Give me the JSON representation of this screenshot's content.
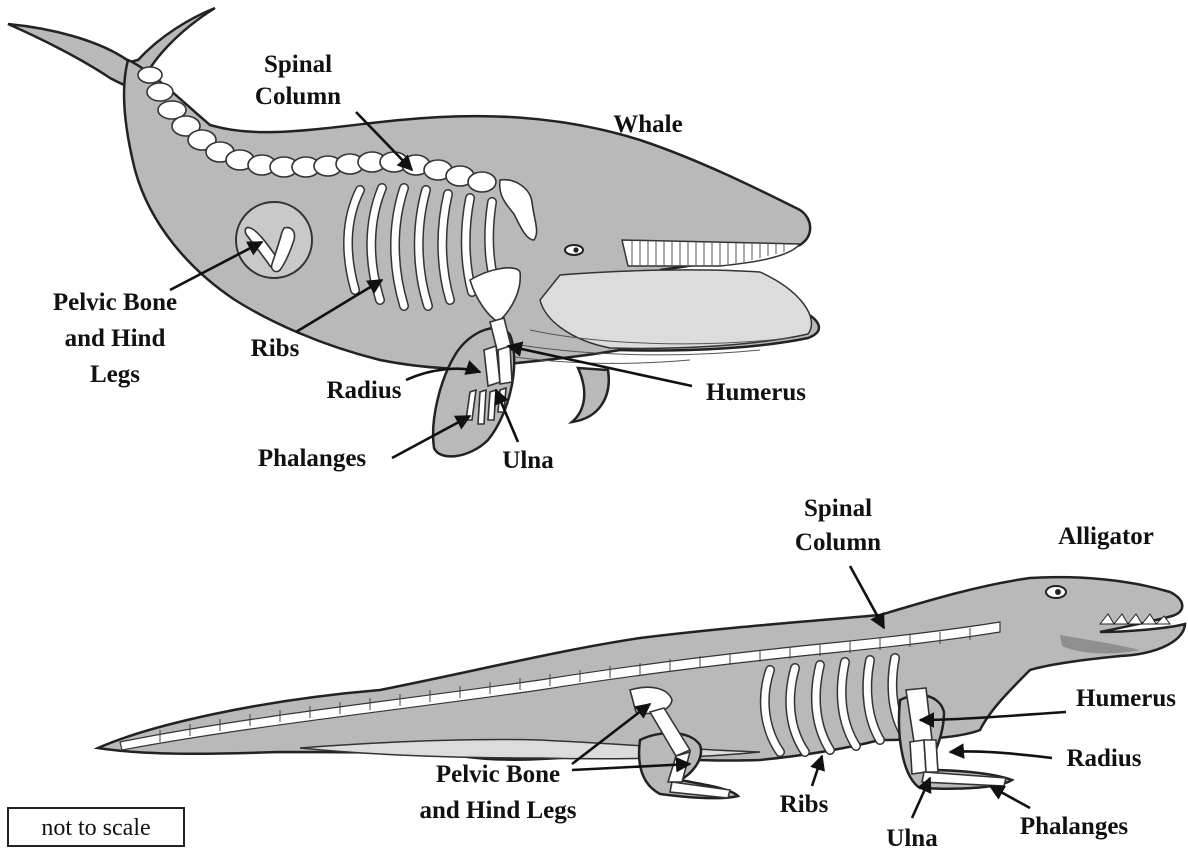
{
  "whale": {
    "title": "Whale",
    "labels": {
      "spinal_column": [
        "Spinal",
        "Column"
      ],
      "pelvic": [
        "Pelvic Bone",
        "and Hind",
        "Legs"
      ],
      "ribs": "Ribs",
      "radius": "Radius",
      "humerus": "Humerus",
      "phalanges": "Phalanges",
      "ulna": "Ulna"
    }
  },
  "alligator": {
    "title": "Alligator",
    "labels": {
      "spinal_column": [
        "Spinal",
        "Column"
      ],
      "humerus": "Humerus",
      "radius": "Radius",
      "pelvic": [
        "Pelvic Bone",
        "and Hind Legs"
      ],
      "ribs": "Ribs",
      "ulna": "Ulna",
      "phalanges": "Phalanges"
    }
  },
  "scale_note": "not to scale",
  "colors": {
    "body": "#b9b9b9",
    "bone": "#ffffff",
    "outline": "#222222"
  }
}
